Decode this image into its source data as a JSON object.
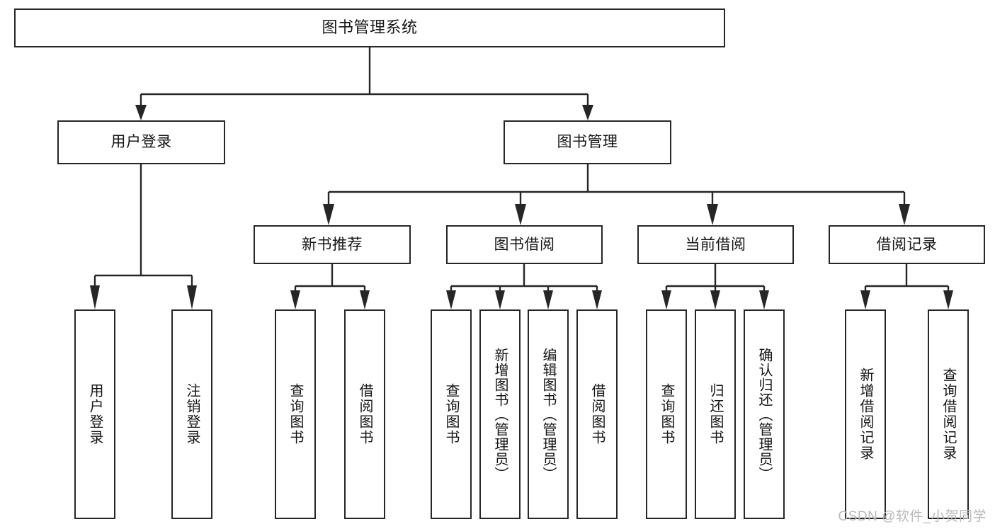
{
  "diagram": {
    "title": "图书管理系统",
    "type": "tree-hierarchy",
    "orientation": "top-down",
    "colors": {
      "stroke": "#262626",
      "box_fill": "#ffffff",
      "text": "#161616",
      "background": "#ffffff",
      "watermark": "#b9b9b9"
    }
  },
  "root": {
    "label": "图书管理系统"
  },
  "level2": [
    {
      "label": "用户登录"
    },
    {
      "label": "图书管理"
    }
  ],
  "level3": [
    {
      "label": "新书推荐"
    },
    {
      "label": "图书借阅"
    },
    {
      "label": "当前借阅"
    },
    {
      "label": "借阅记录"
    }
  ],
  "leaves": [
    {
      "label": "用户登录",
      "parent": "用户登录"
    },
    {
      "label": "注销登录",
      "parent": "用户登录"
    },
    {
      "label": "查询图书",
      "parent": "新书推荐"
    },
    {
      "label": "借阅图书",
      "parent": "新书推荐"
    },
    {
      "label": "查询图书",
      "parent": "图书借阅"
    },
    {
      "label": "新增图书（管理员）",
      "parent": "图书借阅"
    },
    {
      "label": "编辑图书（管理员）",
      "parent": "图书借阅"
    },
    {
      "label": "借阅图书",
      "parent": "图书借阅"
    },
    {
      "label": "查询图书",
      "parent": "当前借阅"
    },
    {
      "label": "归还图书",
      "parent": "当前借阅"
    },
    {
      "label": "确认归还（管理员）",
      "parent": "当前借阅"
    },
    {
      "label": "新增借阅记录",
      "parent": "借阅记录"
    },
    {
      "label": "查询借阅记录",
      "parent": "借阅记录"
    }
  ],
  "watermark": {
    "text": "CSDN @软件_小贺同学"
  }
}
